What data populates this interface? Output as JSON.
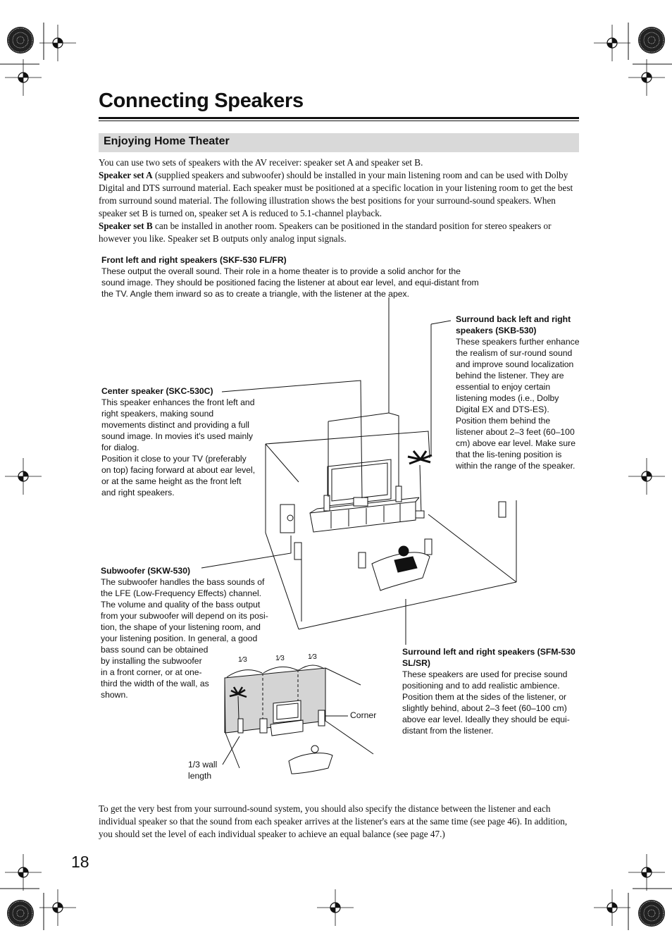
{
  "page": {
    "title": "Connecting Speakers",
    "section_title": "Enjoying Home Theater",
    "page_number": "18"
  },
  "intro": {
    "p1": "You can use two sets of speakers with the AV receiver: speaker set A and speaker set B.",
    "p2_lead": "Speaker set A",
    "p2_text": " (supplied speakers and subwoofer) should be installed in your main listening room and can be used with Dolby Digital and DTS surround material. Each speaker must be positioned at a specific location in your listening room to get the best from surround sound material. The following illustration shows the best positions for your surround-sound speakers. When speaker set B is turned on, speaker set A is reduced to 5.1-channel playback.",
    "p3_lead": "Speaker set B",
    "p3_text": " can be installed in another room. Speakers can be positioned in the standard position for stereo speakers or however you like. Speaker set B outputs only analog input signals."
  },
  "captions": {
    "front": {
      "title": "Front left and right speakers (SKF-530 FL/FR)",
      "text": "These output the overall sound. Their role in a home theater is to provide a solid anchor for the sound image. They should be positioned facing the listener at about ear level, and equi-distant from the TV. Angle them inward so as to create a triangle, with the listener at the apex."
    },
    "center": {
      "title": "Center speaker (SKC-530C)",
      "text": "This speaker enhances the front left and right speakers, making sound movements distinct and providing a full sound image. In movies it's used mainly for dialog.",
      "text2": "Position it close to your TV (preferably on top) facing forward at about ear level, or at the same height as the front left and right speakers."
    },
    "subwoofer": {
      "title": "Subwoofer (SKW-530)",
      "text": "The subwoofer handles the bass sounds of the LFE (Low-Frequency Effects) channel. The volume and quality of the bass output from your subwoofer will depend on its posi-tion, the shape of your listening room, and your listening position. In general, a good",
      "text2": "bass sound can be obtained by installing the subwoofer in a front corner, or at one-third the width of the wall, as shown."
    },
    "surround_back": {
      "title": "Surround back left and right speakers (SKB-530)",
      "text": "These speakers further enhance the realism of sur-round sound and improve sound localization behind the listener. They are essential to enjoy certain listening modes (i.e., Dolby Digital EX and DTS-ES). Position them behind the listener about 2–3 feet (60–100 cm) above ear level. Make sure that the lis-tening position is within the range of the speaker."
    },
    "surround": {
      "title": "Surround left and right speakers (SFM-530 SL/SR)",
      "text": "These speakers are used for precise sound positioning and to add realistic ambience. Position them at the sides of the listener, or slightly behind, about 2–3 feet (60–100 cm) above ear level. Ideally they should be equi-distant from the listener."
    }
  },
  "diagram": {
    "corner_label": "Corner",
    "wall_label": "1/3 wall length",
    "third_1": "1⁄3",
    "third_2": "1⁄3",
    "third_3": "1⁄3"
  },
  "outro": "To get the very best from your surround-sound system, you should also specify the distance between the listener and each individual speaker so that the sound from each speaker arrives at the listener's ears at the same time (see page 46). In addition, you should set the level of each individual speaker to achieve an equal balance (see page 47.)"
}
